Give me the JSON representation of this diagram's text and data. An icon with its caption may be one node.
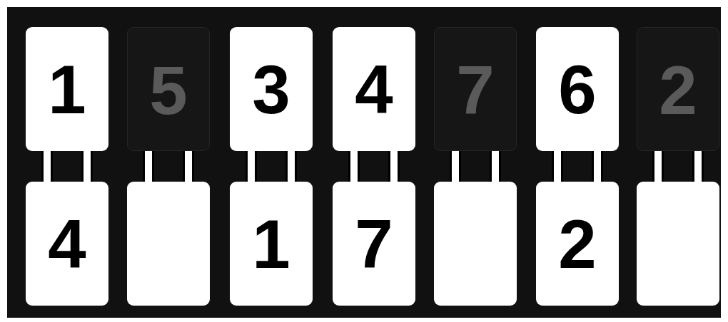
{
  "diagram": {
    "nodes": [
      {
        "text": [
          "1"
        ]
      },
      {
        "text": [
          "5"
        ]
      },
      {
        "text": [
          "3"
        ]
      },
      {
        "text": [
          "4"
        ]
      },
      {
        "text": [
          "7"
        ]
      },
      {
        "text": [
          "6"
        ]
      },
      {
        "text": [
          "2"
        ]
      },
      {
        "text": [
          "4"
        ]
      },
      {
        "text": [],
        "shape": "box"
      },
      {
        "text": [
          "1"
        ]
      },
      {
        "text": [
          "7"
        ]
      },
      {
        "text": [],
        "shape": "box"
      },
      {
        "text": [
          "2"
        ]
      },
      {
        "text": [],
        "shape": "box"
      }
    ],
    "edges": [
      {
        "from": 0,
        "to": 7,
        "arrow": "none"
      },
      {
        "from": 0,
        "to": 7,
        "arrow": "none"
      },
      {
        "from": 1,
        "to": 8,
        "arrow": "none"
      },
      {
        "from": 1,
        "to": 8,
        "arrow": "none"
      },
      {
        "from": 2,
        "to": 9,
        "arrow": "none"
      },
      {
        "from": 2,
        "to": 9,
        "arrow": "none"
      },
      {
        "from": 3,
        "to": 10,
        "arrow": "none"
      },
      {
        "from": 3,
        "to": 10,
        "arrow": "none"
      },
      {
        "from": 4,
        "to": 11,
        "arrow": "none"
      },
      {
        "from": 4,
        "to": 11,
        "arrow": "none"
      },
      {
        "from": 5,
        "to": 12,
        "arrow": "none"
      },
      {
        "from": 5,
        "to": 12,
        "arrow": "none"
      },
      {
        "from": 6,
        "to": 13,
        "arrow": "none"
      },
      {
        "from": 6,
        "to": 13,
        "arrow": "none"
      }
    ]
  }
}
